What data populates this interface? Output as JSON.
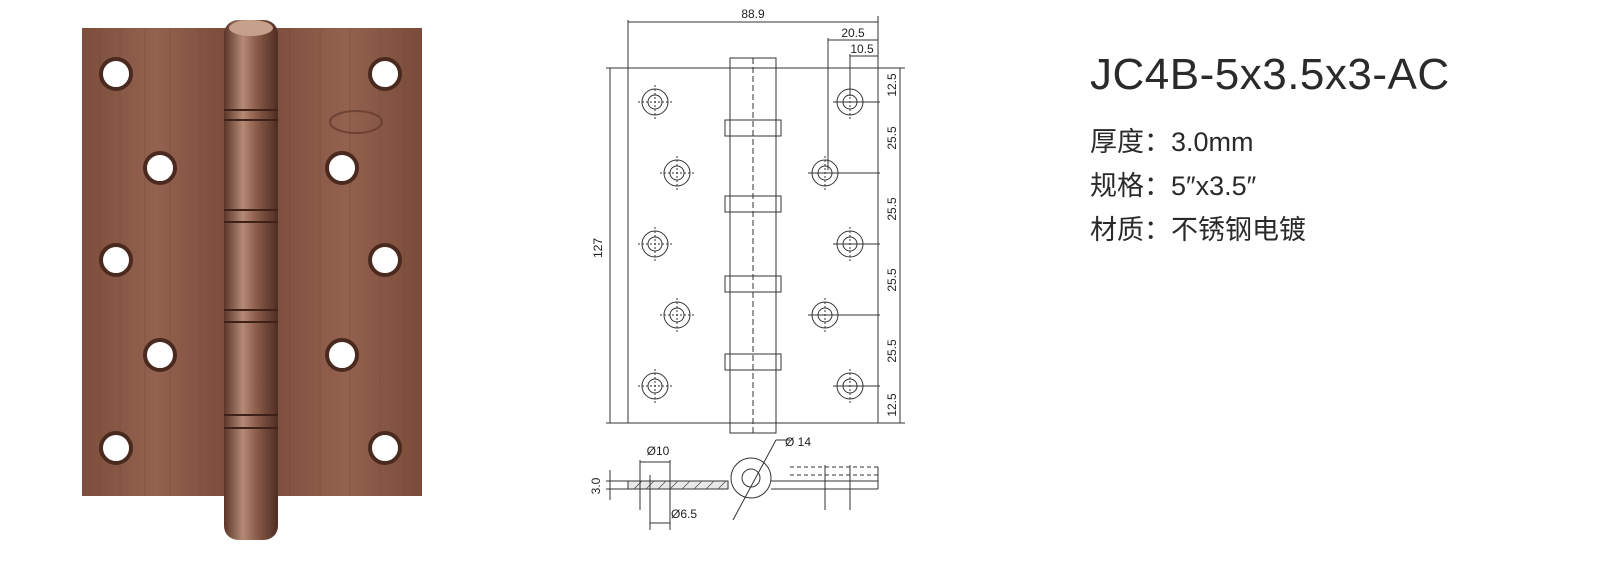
{
  "product": {
    "model": "JC4B-5x3.5x3-AC",
    "specs": [
      {
        "label": "厚度",
        "sep": "：",
        "value": "3.0mm"
      },
      {
        "label": "规格",
        "sep": "：",
        "value": "5″x3.5″"
      },
      {
        "label": "材质",
        "sep": "：",
        "value": "不锈钢电镀"
      }
    ]
  },
  "drawing": {
    "dims": {
      "width": "88.9",
      "knuckle_offset": "20.5",
      "hole_offset": "10.5",
      "height": "127",
      "edge_pitch_top": "12.5",
      "pitch_1": "25.5",
      "pitch_2": "25.5",
      "pitch_3": "25.5",
      "pitch_4": "25.5",
      "edge_pitch_bottom": "12.5",
      "thickness": "3.0",
      "countersink_dia": "Ø10",
      "hole_dia": "Ø6.5",
      "knuckle_dia": "Ø 14"
    }
  },
  "colors": {
    "leaf": "#8a5a48",
    "leaf_dark": "#6e4536",
    "leaf_light": "#a4735f",
    "line": "#333333"
  }
}
